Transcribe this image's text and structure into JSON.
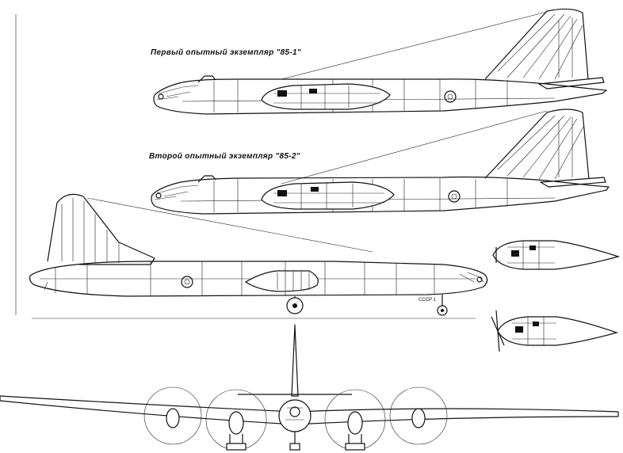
{
  "labels": {
    "prototype_1": "Первый опытный экземпляр \"85-1\"",
    "prototype_2": "Второй опытный экземпляр \"85-2\"",
    "tail_code": "СССР 1"
  }
}
